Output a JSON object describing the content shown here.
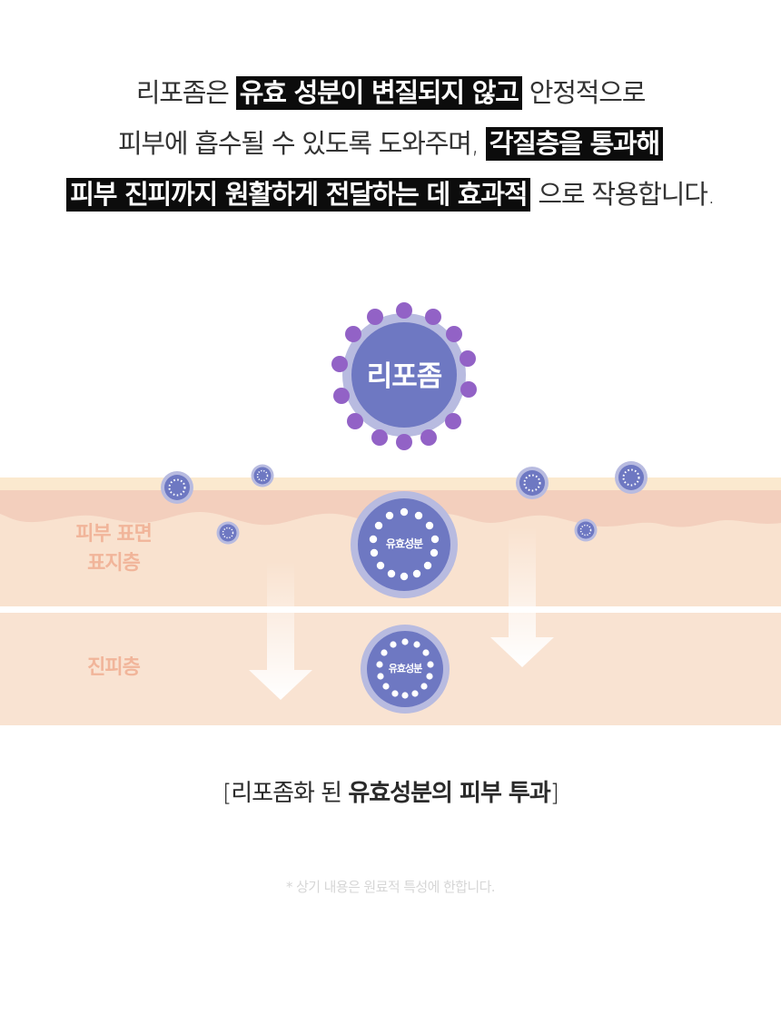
{
  "headline": {
    "line1": {
      "pre": "리포좀은 ",
      "mark": "유효 성분이 변질되지 않고",
      "post": " 안정적으로"
    },
    "line2": {
      "pre": "피부에 흡수될 수 있도록 도와주며, ",
      "mark": "각질층을 통과해"
    },
    "line3": {
      "mark": "피부 진피까지 원활하게 전달하는 데 효과적",
      "post": " 으로 작용합니다."
    }
  },
  "diagram": {
    "liposome_label": "리포좀",
    "ingredient_label": "유효성분",
    "layer_epidermis": [
      "피부 표면",
      "표지층"
    ],
    "layer_dermis": "진피층"
  },
  "caption": {
    "open": "[",
    "plain": "리포좀화 된 ",
    "bold": "유효성분의 피부 투과",
    "close": "]"
  },
  "footnote": "* 상기 내용은 원료적 특성에 한합니다.",
  "colors": {
    "lipo_dot": "#9262c6",
    "lipo_ring": "#b8bbe0",
    "lipo_core": "#6e78c2",
    "skin_top": "#fbe9cf",
    "skin_wave": "#f3cfbd",
    "skin_base": "#f9e2cf",
    "label_color": "#f1b59a"
  }
}
